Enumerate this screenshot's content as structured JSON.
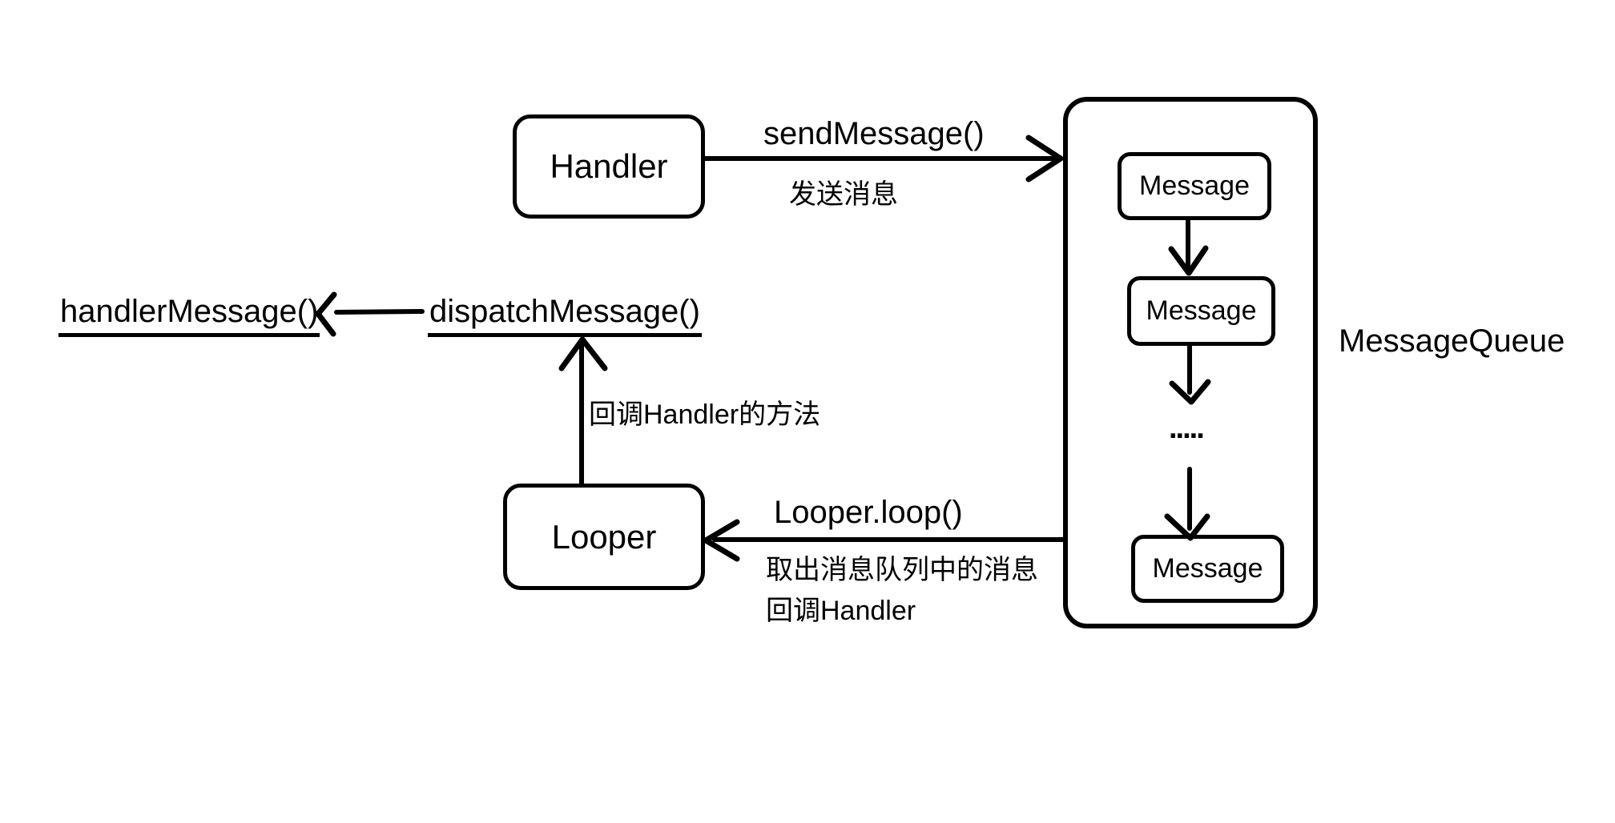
{
  "colors": {
    "background": "#ffffff",
    "stroke": "#000000",
    "text": "#000000"
  },
  "nodes": {
    "handler": {
      "label": "Handler"
    },
    "looper": {
      "label": "Looper"
    },
    "message_queue": {
      "label": "MessageQueue"
    },
    "message_1": {
      "label": "Message"
    },
    "message_2": {
      "label": "Message"
    },
    "message_3": {
      "label": "Message"
    },
    "ellipsis": {
      "label": "....."
    }
  },
  "edges": {
    "send": {
      "from": "handler",
      "to": "message_queue",
      "label": "sendMessage()",
      "note": "发送消息"
    },
    "dispatch_to_handle": {
      "from": "dispatch_message",
      "to": "handler_message",
      "label_from": "dispatchMessage()",
      "label_to": "handlerMessage()"
    },
    "looper_to_dispatch": {
      "from": "looper",
      "to": "dispatch_message",
      "note": "回调Handler的方法"
    },
    "queue_to_looper": {
      "from": "message_queue",
      "to": "looper",
      "label": "Looper.loop()",
      "note_line1": "取出消息队列中的消息",
      "note_line2": "回调Handler"
    }
  }
}
